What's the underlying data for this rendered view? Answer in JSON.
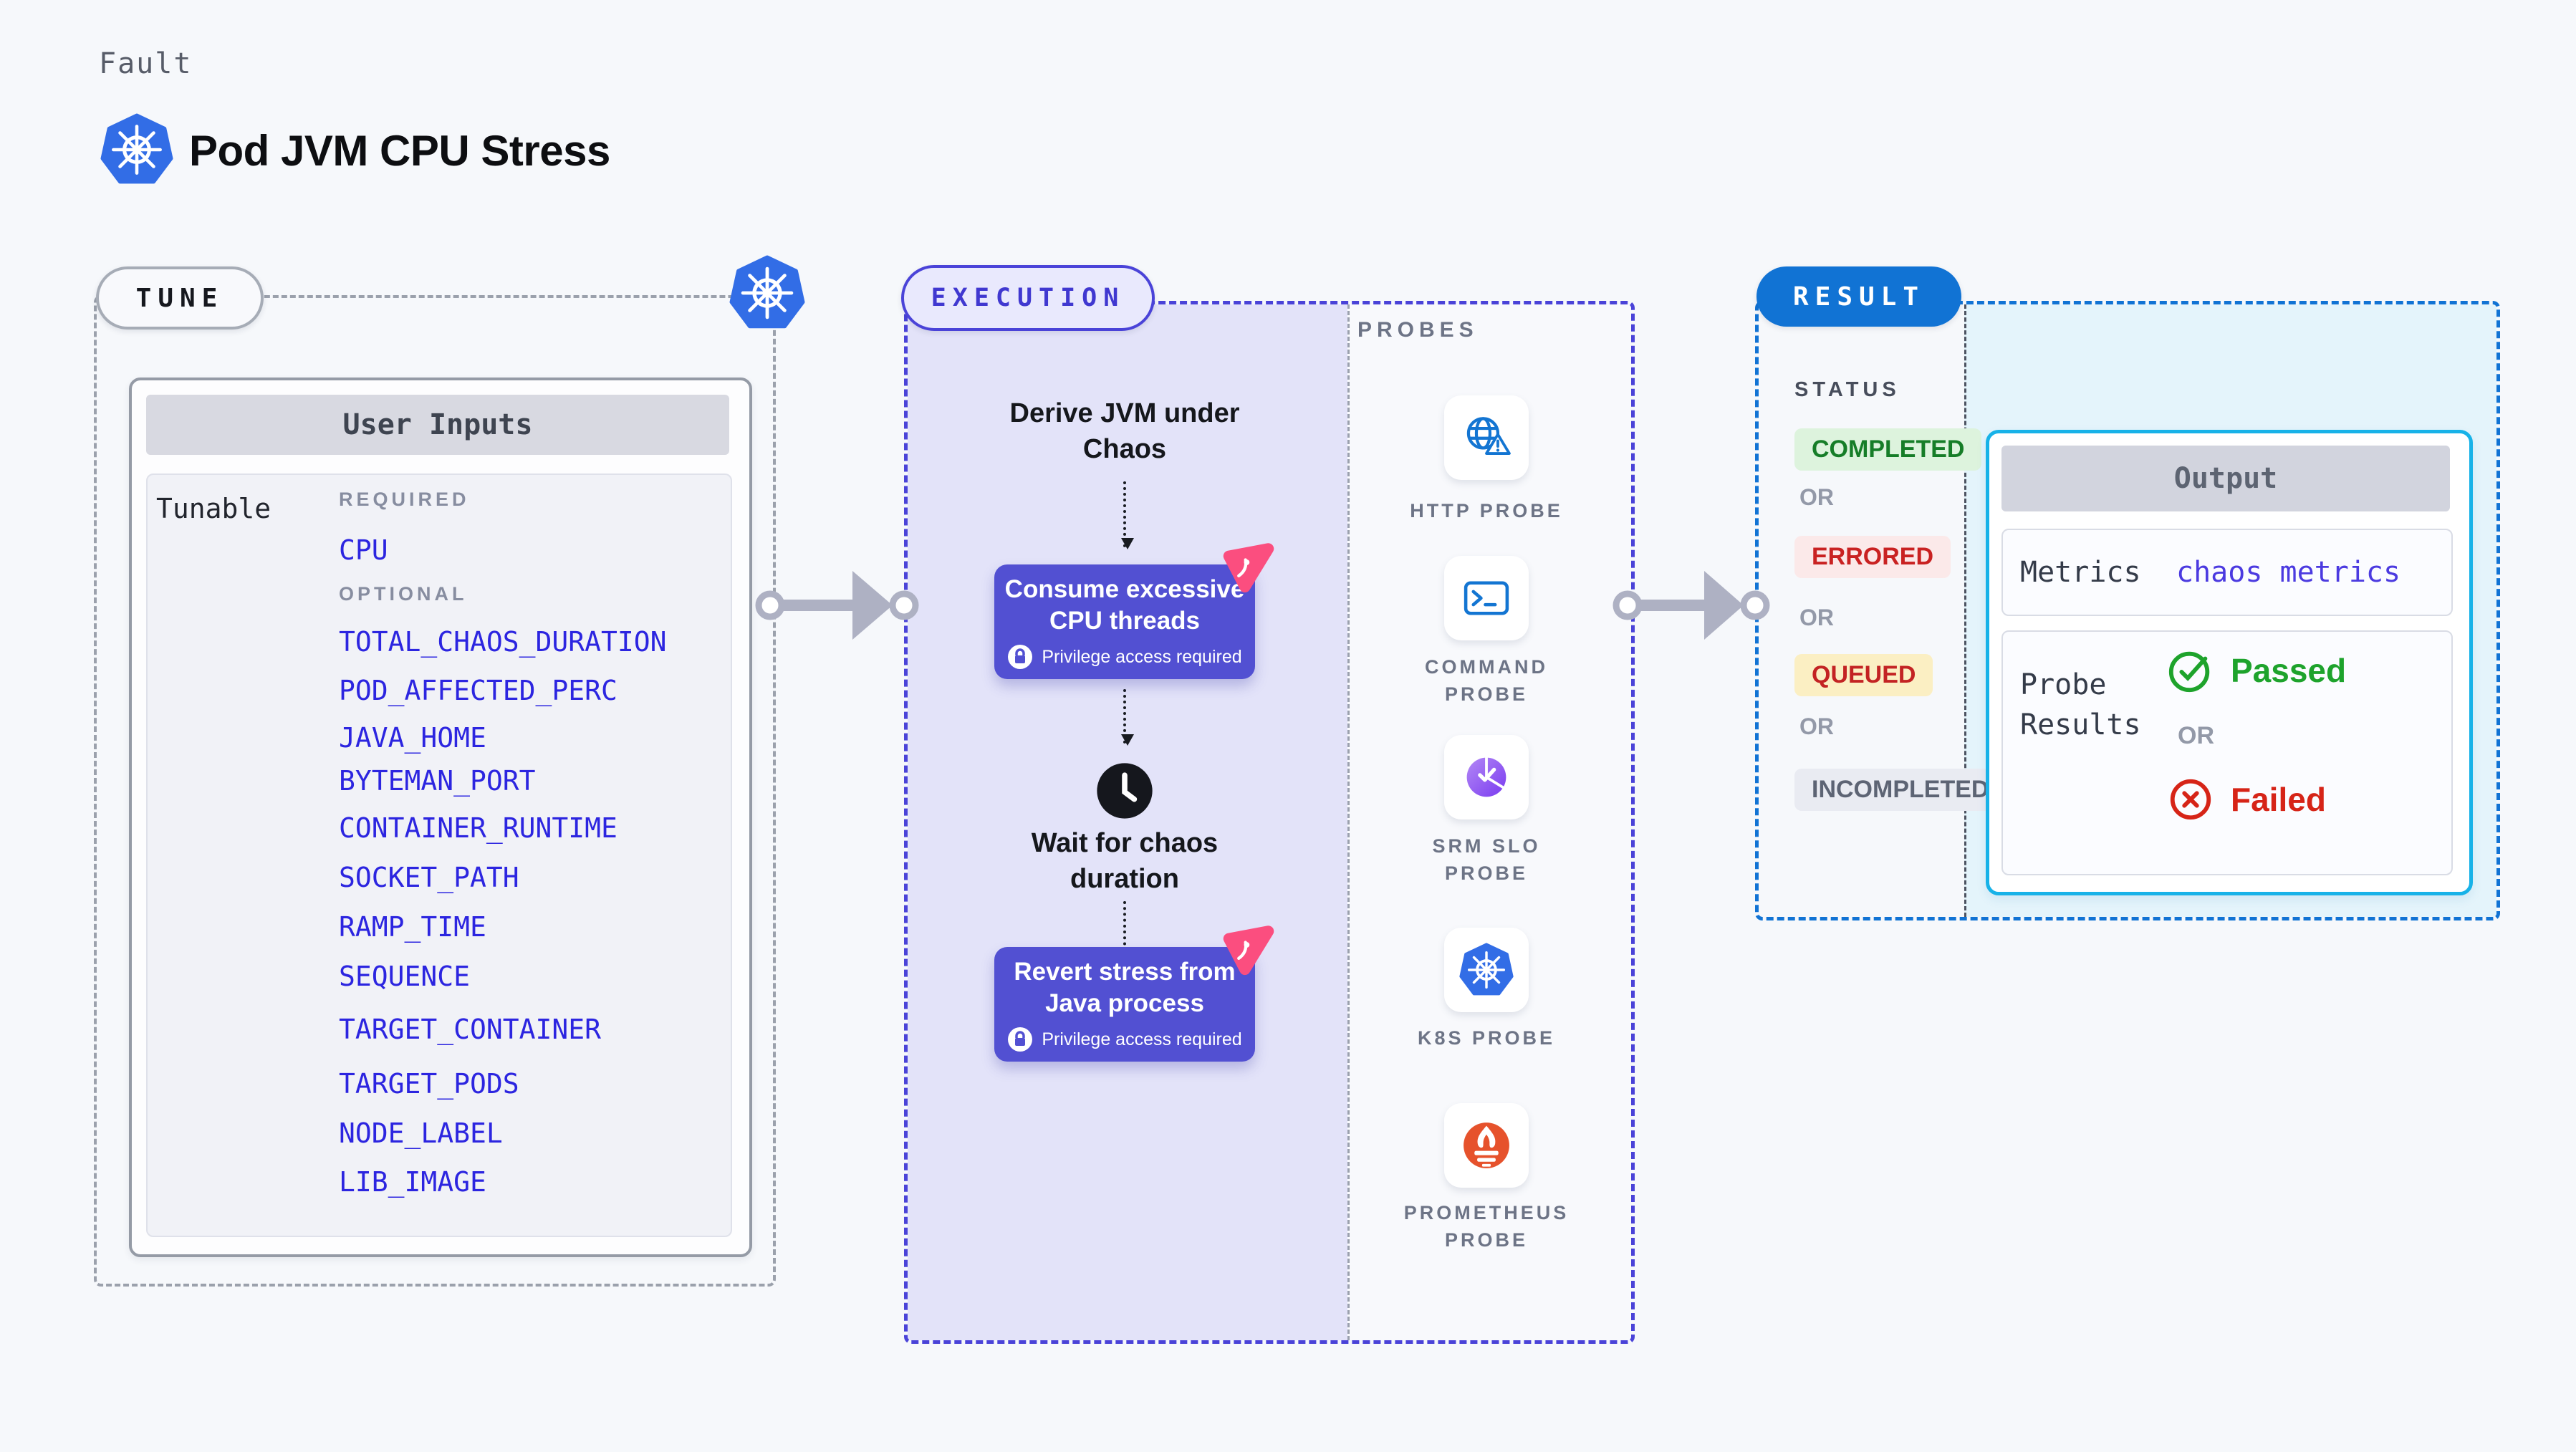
{
  "header": {
    "kicker": "Fault",
    "title": "Pod JVM CPU Stress"
  },
  "tune": {
    "badge": "TUNE",
    "card_title": "User Inputs",
    "row_label": "Tunable",
    "required_label": "REQUIRED",
    "required_params": [
      "CPU"
    ],
    "optional_label": "OPTIONAL",
    "optional_params": [
      "TOTAL_CHAOS_DURATION",
      "POD_AFFECTED_PERC",
      "JAVA_HOME",
      "BYTEMAN_PORT",
      "CONTAINER_RUNTIME",
      "SOCKET_PATH",
      "RAMP_TIME",
      "SEQUENCE",
      "TARGET_CONTAINER",
      "TARGET_PODS",
      "NODE_LABEL",
      "LIB_IMAGE"
    ]
  },
  "execution": {
    "badge": "EXECUTION",
    "step_derive": "Derive JVM under Chaos",
    "step_consume": "Consume excessive CPU threads",
    "step_wait": "Wait for chaos duration",
    "step_revert": "Revert stress from Java process",
    "privilege_note": "Privilege access required"
  },
  "probes": {
    "label": "PROBES",
    "items": [
      {
        "label": "HTTP PROBE",
        "icon": "globe-alert-icon"
      },
      {
        "label": "COMMAND PROBE",
        "icon": "terminal-icon"
      },
      {
        "label": "SRM SLO PROBE",
        "icon": "slo-gauge-icon"
      },
      {
        "label": "K8S PROBE",
        "icon": "kubernetes-icon"
      },
      {
        "label": "PROMETHEUS PROBE",
        "icon": "prometheus-icon"
      }
    ]
  },
  "result": {
    "badge": "RESULT",
    "status_label": "STATUS",
    "or_label": "OR",
    "statuses": [
      {
        "label": "COMPLETED",
        "bg": "#ddf3dd",
        "color": "#167d28"
      },
      {
        "label": "ERRORED",
        "bg": "#fbe9e9",
        "color": "#c92222"
      },
      {
        "label": "QUEUED",
        "bg": "#fbefc3",
        "color": "#c32323"
      },
      {
        "label": "INCOMPLETED",
        "bg": "#e9ebf2",
        "color": "#5d6474"
      }
    ],
    "output": {
      "title": "Output",
      "metrics_label": "Metrics",
      "metrics_value": "chaos metrics",
      "probe_results_label": "Probe Results",
      "passed_label": "Passed",
      "or_label": "OR",
      "failed_label": "Failed"
    }
  },
  "colors": {
    "accent_indigo": "#5250d2",
    "accent_blue": "#1173d4",
    "accent_cyan": "#17b2e8",
    "lavender_bg": "#e3e3f9",
    "param_blue": "#2c25e0",
    "passed_green": "#1ea32c",
    "failed_red": "#d62417",
    "litmus_pink": "#fb4e7f",
    "kubernetes_blue": "#326de6",
    "prometheus_orange": "#e6522c"
  }
}
